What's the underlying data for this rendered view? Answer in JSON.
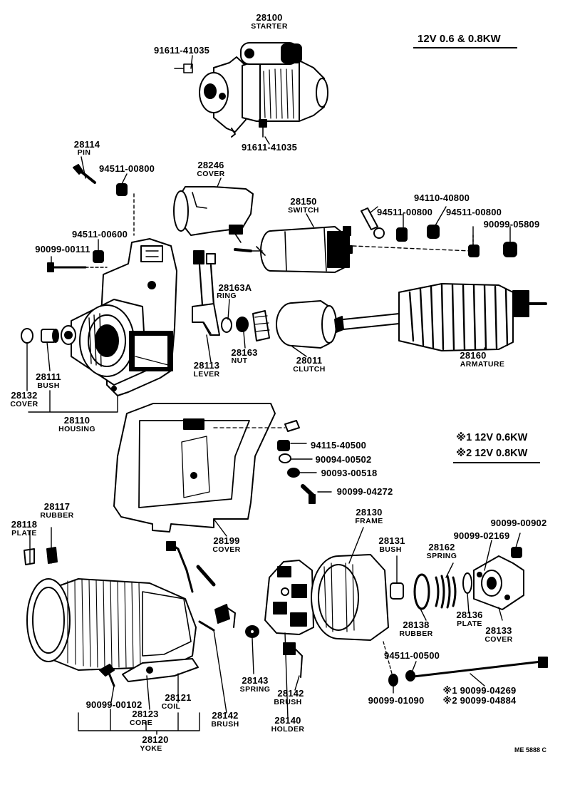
{
  "spec": "12V 0.6 & 0.8KW",
  "legend": [
    "※1 12V 0.6KW",
    "※2 12V 0.8KW"
  ],
  "doc_code": "ME 5888 C",
  "colors": {
    "ink": "#000000",
    "paper": "#ffffff"
  },
  "parts": {
    "p28100": {
      "num": "28100",
      "name": "STARTER"
    },
    "p91611a": {
      "num": "91611-41035"
    },
    "p91611b": {
      "num": "91611-41035"
    },
    "p28114": {
      "num": "28114",
      "name": "PIN"
    },
    "p94511a": {
      "num": "94511-00800"
    },
    "p28246": {
      "num": "28246",
      "name": "COVER"
    },
    "p28150": {
      "num": "28150",
      "name": "SWITCH"
    },
    "p94110": {
      "num": "94110-40800"
    },
    "p94511b": {
      "num": "94511-00800"
    },
    "p94511c": {
      "num": "94511-00800"
    },
    "p90099_05809": {
      "num": "90099-05809"
    },
    "p94511_00600": {
      "num": "94511-00600"
    },
    "p90099_00111": {
      "num": "90099-00111"
    },
    "p28163A": {
      "num": "28163A",
      "name": "RING"
    },
    "p28163": {
      "num": "28163",
      "name": "NUT"
    },
    "p28011": {
      "num": "28011",
      "name": "CLUTCH"
    },
    "p28160": {
      "num": "28160",
      "name": "ARMATURE"
    },
    "p28111": {
      "num": "28111",
      "name": "BUSH"
    },
    "p28113": {
      "num": "28113",
      "name": "LEVER"
    },
    "p28132": {
      "num": "28132",
      "name": "COVER"
    },
    "p28110": {
      "num": "28110",
      "name": "HOUSING"
    },
    "p94115": {
      "num": "94115-40500"
    },
    "p90094": {
      "num": "90094-00502"
    },
    "p90093": {
      "num": "90093-00518"
    },
    "p90099_04272": {
      "num": "90099-04272"
    },
    "p28117": {
      "num": "28117",
      "name": "RUBBER"
    },
    "p28118": {
      "num": "28118",
      "name": "PLATE"
    },
    "p28199": {
      "num": "28199",
      "name": "COVER"
    },
    "p28130": {
      "num": "28130",
      "name": "FRAME"
    },
    "p28131": {
      "num": "28131",
      "name": "BUSH"
    },
    "p28162": {
      "num": "28162",
      "name": "SPRING"
    },
    "p90099_02169": {
      "num": "90099-02169"
    },
    "p90099_00902": {
      "num": "90099-00902"
    },
    "p28138": {
      "num": "28138",
      "name": "RUBBER"
    },
    "p28136": {
      "num": "28136",
      "name": "PLATE"
    },
    "p28133": {
      "num": "28133",
      "name": "COVER"
    },
    "p94511_00500": {
      "num": "94511-00500"
    },
    "p90099_01090": {
      "num": "90099-01090"
    },
    "p90099_04269": {
      "num": "※1 90099-04269"
    },
    "p90099_04884": {
      "num": "※2 90099-04884"
    },
    "p28143": {
      "num": "28143",
      "name": "SPRING"
    },
    "p28142a": {
      "num": "28142",
      "name": "BRUSH"
    },
    "p28142b": {
      "num": "28142",
      "name": "BRUSH"
    },
    "p28140": {
      "num": "28140",
      "name": "HOLDER"
    },
    "p90099_00102": {
      "num": "90099-00102"
    },
    "p28121": {
      "num": "28121",
      "name": "COIL"
    },
    "p28123": {
      "num": "28123",
      "name": "CORE"
    },
    "p28120": {
      "num": "28120",
      "name": "YOKE"
    }
  }
}
